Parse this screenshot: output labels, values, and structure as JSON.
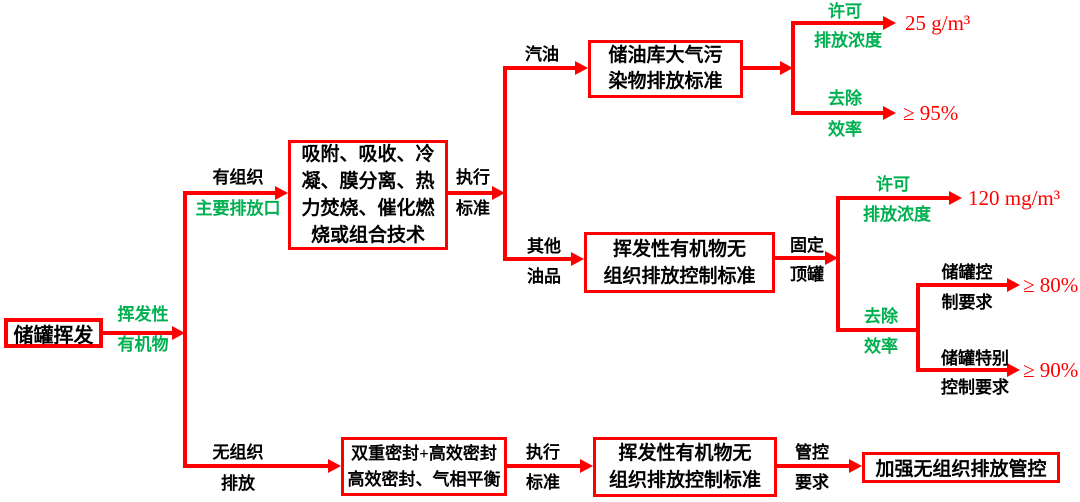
{
  "colors": {
    "line": "#ff0000",
    "accent_green": "#00b050",
    "text": "#000000",
    "background": "#ffffff"
  },
  "root": {
    "label": "储罐挥发"
  },
  "boxes": {
    "treatment": {
      "lines": [
        "吸附、吸收、冷",
        "凝、膜分离、热",
        "力焚烧、催化燃",
        "烧或组合技术"
      ]
    },
    "depot_standard": {
      "lines": [
        "储油库大气污",
        "染物排放标准"
      ]
    },
    "voc_standard_mid": {
      "lines": [
        "挥发性有机物无",
        "组织排放控制标准"
      ]
    },
    "seal_tech": {
      "lines": [
        "双重密封+高效密封",
        "高效密封、气相平衡"
      ]
    },
    "voc_standard_bottom": {
      "lines": [
        "挥发性有机物无",
        "组织排放控制标准"
      ]
    },
    "strengthen": {
      "label": "加强无组织排放管控"
    }
  },
  "edges": {
    "voc": {
      "line1": "挥发性",
      "line2": "有机物"
    },
    "organized": {
      "line1": "有组织",
      "line2": "主要排放口"
    },
    "exec_std_top": {
      "line1": "执行",
      "line2": "标准"
    },
    "gasoline": {
      "label": "汽油"
    },
    "other_oil": {
      "line1": "其他",
      "line2": "油品"
    },
    "permit_conc_top": {
      "line1": "许可",
      "line2": "排放浓度"
    },
    "removal_eff_top": {
      "line1": "去除",
      "line2": "效率"
    },
    "fixed_roof": {
      "line1": "固定",
      "line2": "顶罐"
    },
    "permit_conc_mid": {
      "line1": "许可",
      "line2": "排放浓度"
    },
    "removal_eff_mid": {
      "line1": "去除",
      "line2": "效率"
    },
    "tank_ctrl": {
      "line1": "储罐控",
      "line2": "制要求"
    },
    "tank_special": {
      "line1": "储罐特别",
      "line2": "控制要求"
    },
    "unorganized": {
      "line1": "无组织",
      "line2": "排放"
    },
    "exec_std_bottom": {
      "line1": "执行",
      "line2": "标准"
    },
    "control_req": {
      "line1": "管控",
      "line2": "要求"
    }
  },
  "results": {
    "conc_25": "25 g/m³",
    "eff_95": "≥ 95%",
    "conc_120": "120 mg/m³",
    "eff_80": "≥ 80%",
    "eff_90": "≥ 90%"
  }
}
